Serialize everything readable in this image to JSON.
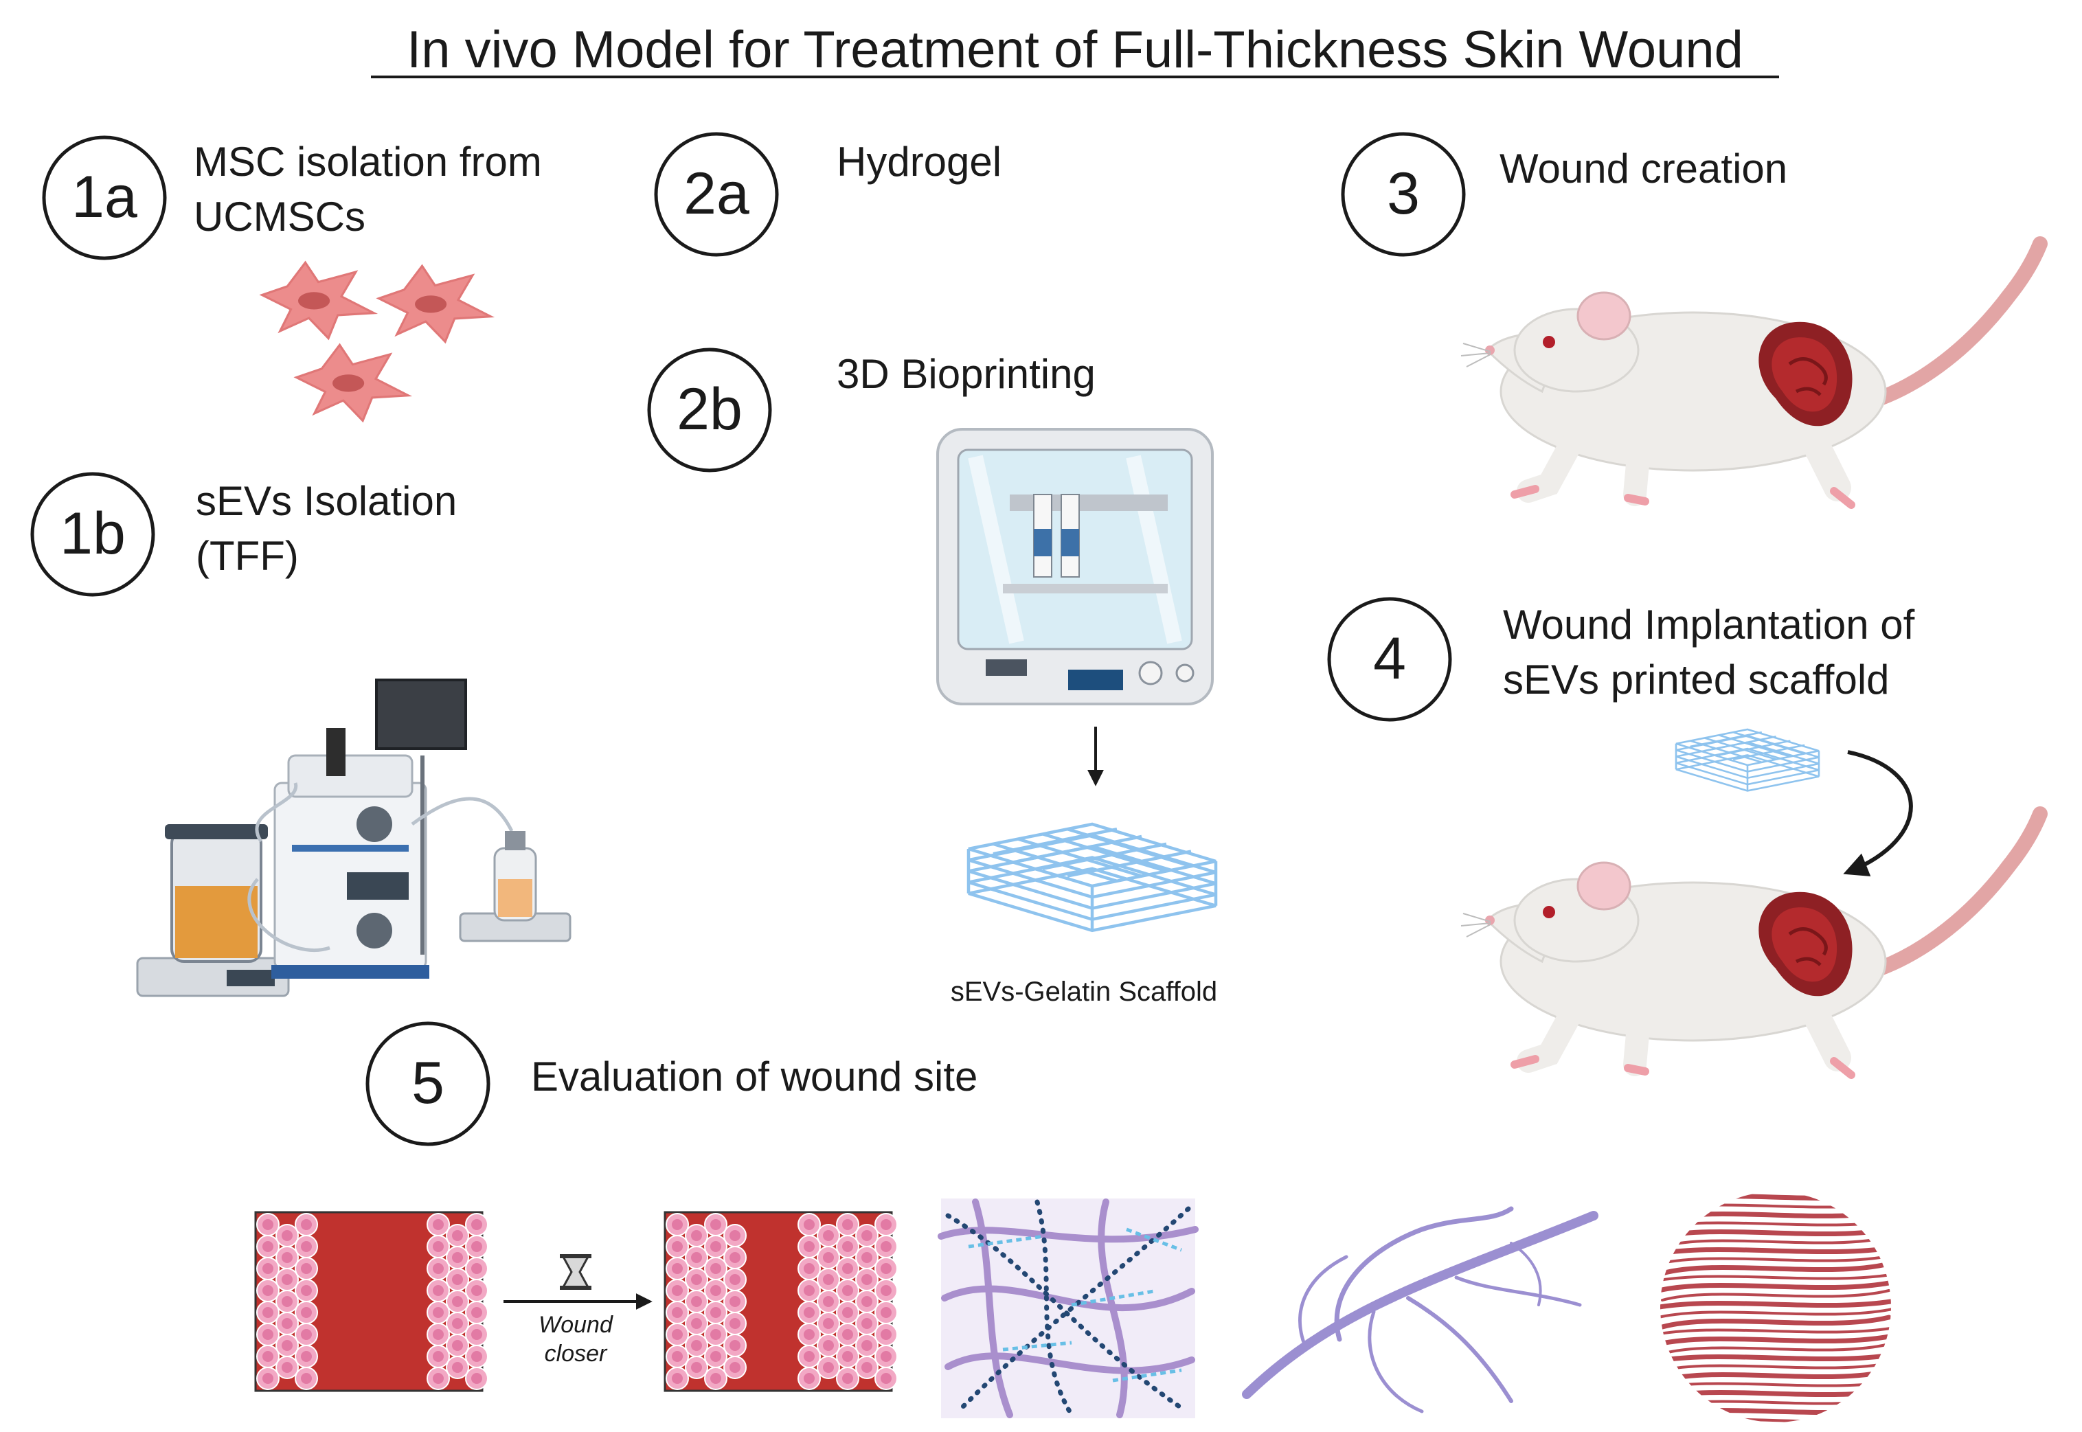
{
  "title": "In vivo Model for Treatment of Full-Thickness Skin Wound",
  "steps": [
    {
      "id": "1a",
      "label_lines": [
        "MSC isolation from",
        "UCMSCs"
      ]
    },
    {
      "id": "1b",
      "label_lines": [
        "sEVs Isolation",
        "(TFF)"
      ]
    },
    {
      "id": "2a",
      "label_lines": [
        "Hydrogel"
      ]
    },
    {
      "id": "2b",
      "label_lines": [
        "3D Bioprinting"
      ]
    },
    {
      "id": "3",
      "label_lines": [
        "Wound creation"
      ]
    },
    {
      "id": "4",
      "label_lines": [
        "Wound Implantation of",
        "sEVs printed scaffold"
      ]
    },
    {
      "id": "5",
      "label_lines": [
        "Evaluation of wound site"
      ]
    }
  ],
  "scaffold_caption": "sEVs-Gelatin Scaffold",
  "wound_closure": {
    "line1": "Wound",
    "line2": "closer"
  },
  "colors": {
    "cell_pink": "#ec8c8c",
    "wound_red": "#c0322e",
    "tissue_pink": "#f2a8c4",
    "scaffold_blue": "#8ec3ee",
    "vessel_purple": "#9b8fd1",
    "muscle_red": "#b8474f",
    "mouse_body": "#efedea"
  }
}
